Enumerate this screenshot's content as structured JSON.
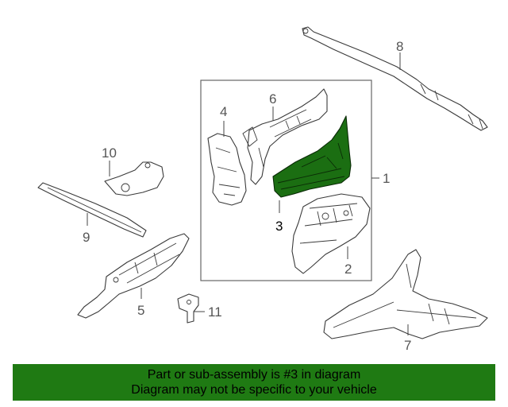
{
  "diagram": {
    "callouts": {
      "c1": "1",
      "c2": "2",
      "c3": "3",
      "c4": "4",
      "c5": "5",
      "c6": "6",
      "c7": "7",
      "c8": "8",
      "c9": "9",
      "c10": "10",
      "c11": "11"
    },
    "highlight_color": "#1f7a13"
  },
  "banner": {
    "line1": "Part or sub-assembly is #3 in diagram",
    "line2": "Diagram may not be specific to your vehicle"
  }
}
